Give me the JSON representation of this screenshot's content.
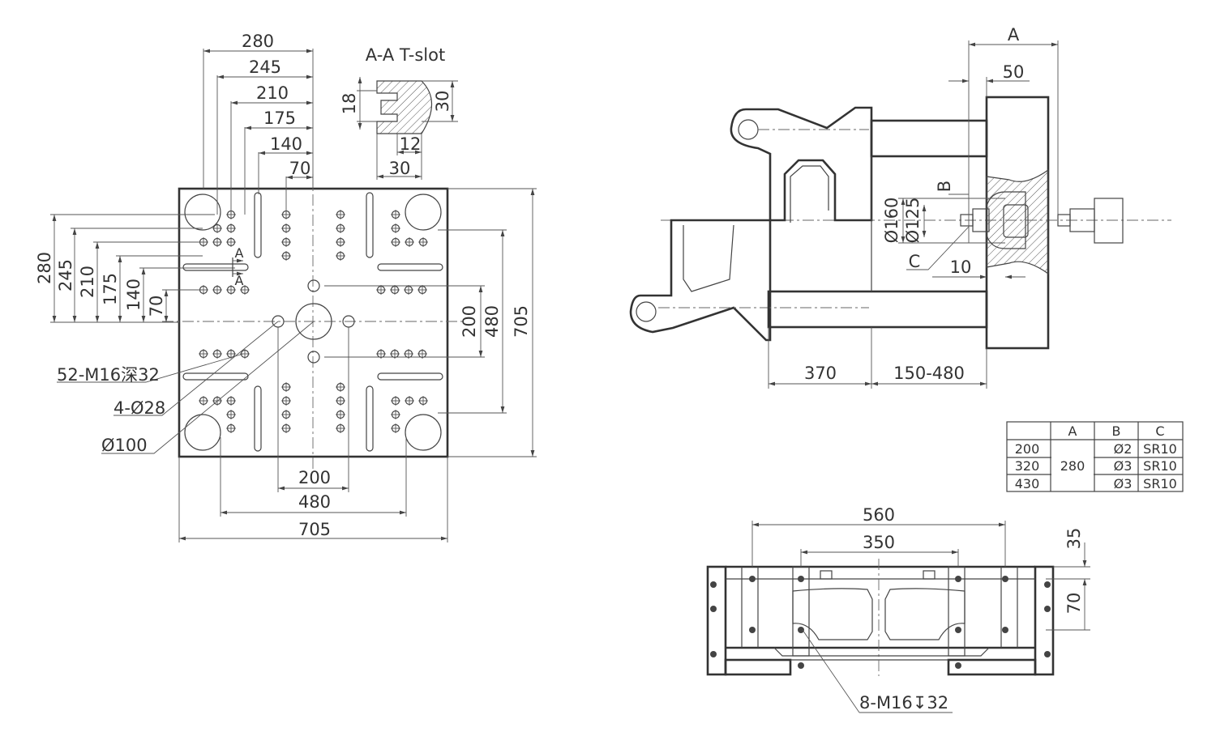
{
  "platen_front": {
    "dims_top": [
      "280",
      "245",
      "210",
      "175",
      "140",
      "70"
    ],
    "dims_left": [
      "280",
      "245",
      "210",
      "175",
      "140",
      "70"
    ],
    "dims_right": [
      "200",
      "480",
      "705"
    ],
    "dims_bottom": [
      "200",
      "480",
      "705"
    ],
    "callouts": [
      "52-M16深32",
      "4-Ø28",
      "Ø100"
    ],
    "section_mark": "A"
  },
  "tslot": {
    "title": "A-A T-slot",
    "dims": [
      "18",
      "30",
      "12",
      "30"
    ]
  },
  "side_view": {
    "dims": [
      "A",
      "50",
      "B",
      "Ø160",
      "Ø125",
      "C",
      "10",
      "370",
      "150-480"
    ]
  },
  "table": {
    "headers": [
      "",
      "A",
      "B",
      "C"
    ],
    "rows": [
      {
        "size": "200",
        "b": "Ø2",
        "c": "SR10"
      },
      {
        "size": "320",
        "b": "Ø3",
        "c": "SR10"
      },
      {
        "size": "430",
        "b": "Ø3",
        "c": "SR10"
      }
    ],
    "a_value": "280"
  },
  "base_view": {
    "dims": [
      "560",
      "350",
      "35",
      "70"
    ],
    "callout": "8-M16↧32"
  }
}
